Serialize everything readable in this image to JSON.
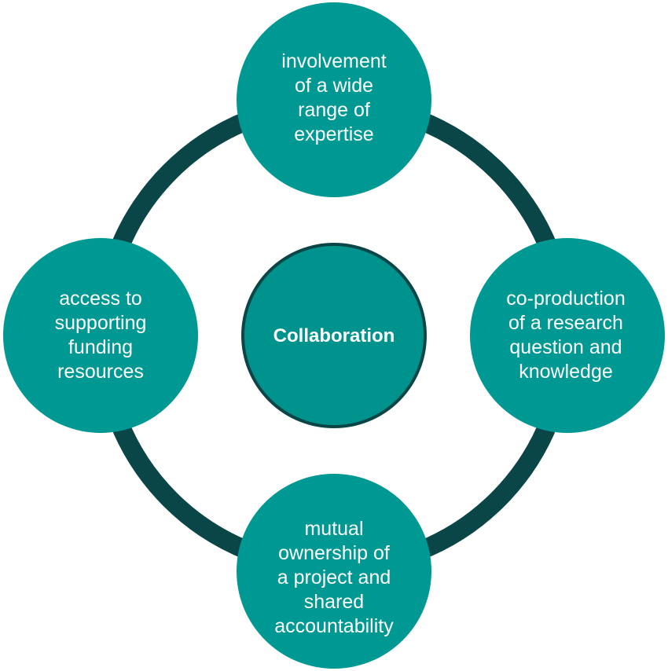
{
  "diagram": {
    "center": {
      "label": "Collaboration"
    },
    "nodes": [
      {
        "position": "top",
        "label": "involvement\nof a wide\nrange of\nexpertise"
      },
      {
        "position": "right",
        "label": "co-production\nof a research\nquestion and\nknowledge"
      },
      {
        "position": "bottom",
        "label": "mutual\nownership of\na project and\nshared\naccountability"
      },
      {
        "position": "left",
        "label": "access to\nsupporting\nfunding\nresources"
      }
    ],
    "colors": {
      "node_fill": "#009892",
      "ring": "#0a4548",
      "center_fill": "#00938d",
      "center_stroke": "#0a4548",
      "text": "#ffffff"
    }
  }
}
